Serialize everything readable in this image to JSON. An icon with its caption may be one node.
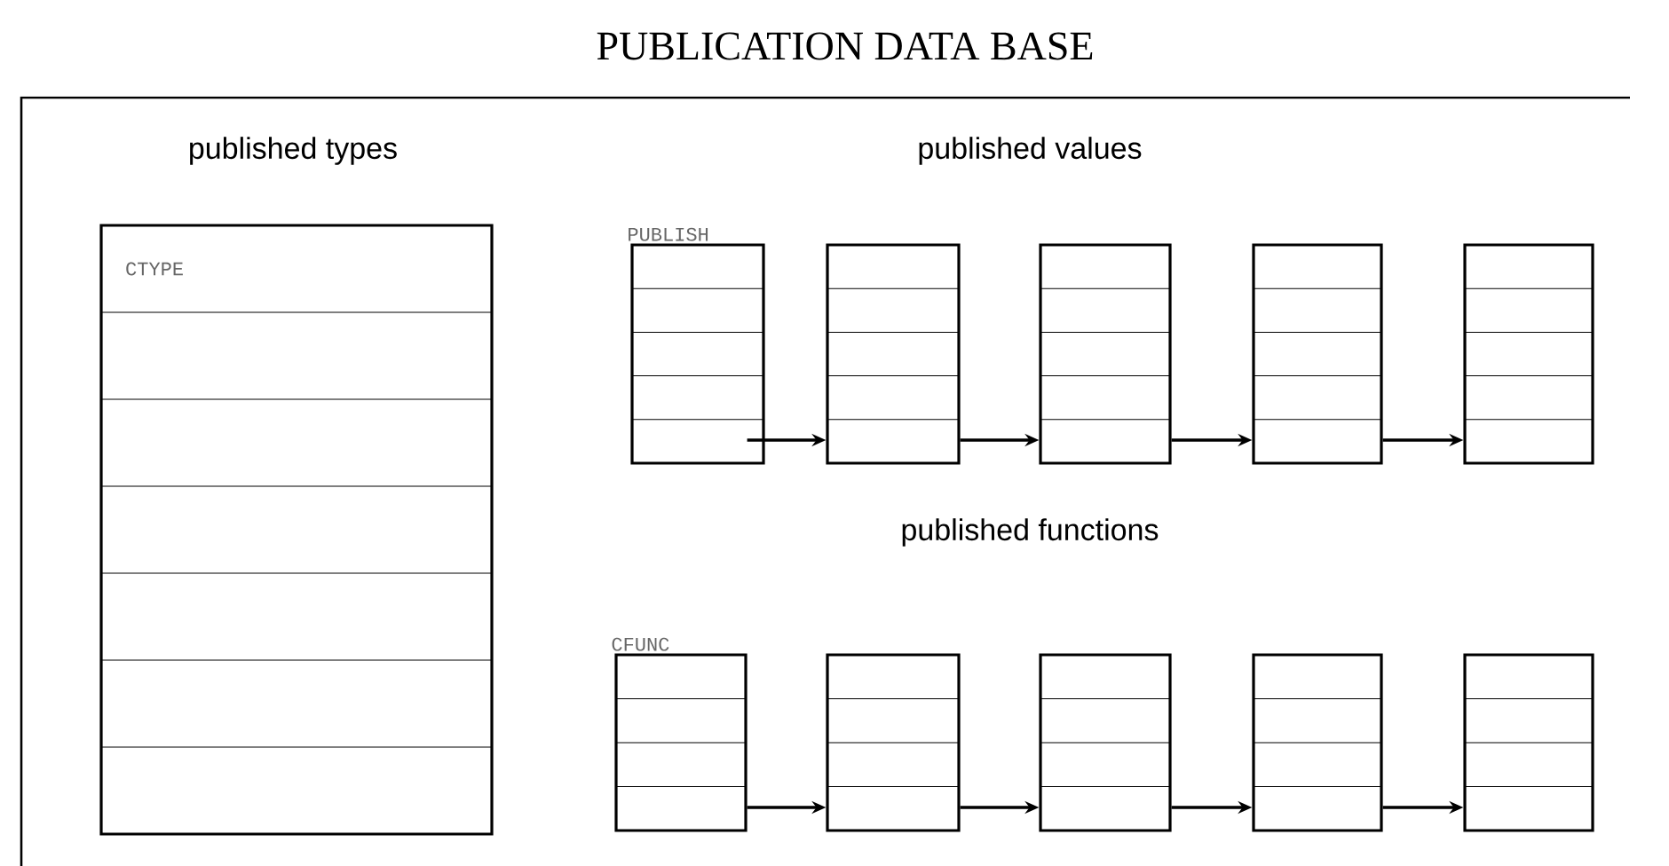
{
  "diagram": {
    "title": "PUBLICATION DATA BASE",
    "nodes": [
      {
        "text": [
          "CTYPE"
        ]
      },
      {
        "text": [
          "PUBLISH"
        ]
      },
      {
        "text": [],
        "shape": "box"
      },
      {
        "text": [],
        "shape": "box"
      },
      {
        "text": [],
        "shape": "box"
      },
      {
        "text": [],
        "shape": "box"
      },
      {
        "text": [
          "CFUNC"
        ]
      },
      {
        "text": [],
        "shape": "box"
      },
      {
        "text": [],
        "shape": "box"
      },
      {
        "text": [],
        "shape": "box"
      },
      {
        "text": [],
        "shape": "box"
      }
    ],
    "edges": [
      {
        "from": 1,
        "to": 2,
        "arrow": "to"
      },
      {
        "from": 2,
        "to": 3,
        "arrow": "to"
      },
      {
        "from": 3,
        "to": 4,
        "arrow": "to"
      },
      {
        "from": 4,
        "to": 5,
        "arrow": "to"
      },
      {
        "from": 6,
        "to": 7,
        "arrow": "to"
      },
      {
        "from": 7,
        "to": 8,
        "arrow": "to"
      },
      {
        "from": 8,
        "to": 9,
        "arrow": "to"
      },
      {
        "from": 9,
        "to": 10,
        "arrow": "to"
      }
    ],
    "labels": [
      "published types",
      "published values",
      "published functions"
    ]
  }
}
